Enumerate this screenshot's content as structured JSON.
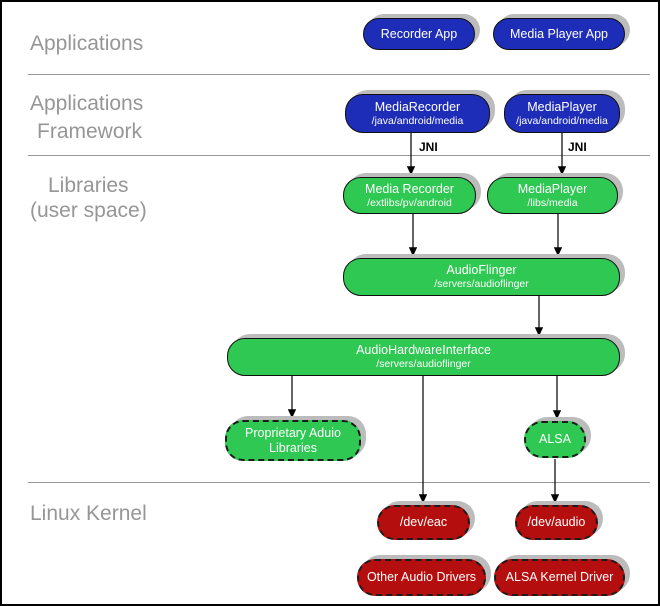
{
  "sections": {
    "applications": {
      "line1": "Applications"
    },
    "framework": {
      "line1": "Applications",
      "line2": "Framework"
    },
    "libraries": {
      "line1": "Libraries",
      "line2": "(user space)"
    },
    "kernel": {
      "line1": "Linux Kernel"
    }
  },
  "nodes": {
    "recorder_app": {
      "title": "Recorder App"
    },
    "media_player_app": {
      "title": "Media Player App"
    },
    "media_recorder_fw": {
      "title": "MediaRecorder",
      "subtitle": "/java/android/media"
    },
    "media_player_fw": {
      "title": "MediaPlayer",
      "subtitle": "/java/android/media"
    },
    "media_recorder_lib": {
      "title": "Media Recorder",
      "subtitle": "/extlibs/pv/android"
    },
    "media_player_lib": {
      "title": "MediaPlayer",
      "subtitle": "/libs/media"
    },
    "audio_flinger": {
      "title": "AudioFlinger",
      "subtitle": "/servers/audioflinger"
    },
    "audio_hardware_interface": {
      "title": "AudioHardwareInterface",
      "subtitle": "/servers/audioflinger"
    },
    "proprietary_audio_libraries": {
      "title": "Proprietary Aduio",
      "title2": "Libraries"
    },
    "alsa": {
      "title": "ALSA"
    },
    "dev_eac": {
      "title": "/dev/eac"
    },
    "dev_audio": {
      "title": "/dev/audio"
    },
    "other_audio_drivers": {
      "title": "Other Audio Drivers"
    },
    "alsa_kernel_driver": {
      "title": "ALSA Kernel Driver"
    }
  },
  "edge_labels": {
    "jni_left": "JNI",
    "jni_right": "JNI"
  },
  "colors": {
    "app_blue": "#1e2db8",
    "lib_green": "#2ec853",
    "kernel_red": "#b50e0e",
    "shadow_gray": "#bcbcbc",
    "section_label_gray": "#969696",
    "divider_gray": "#999999"
  }
}
